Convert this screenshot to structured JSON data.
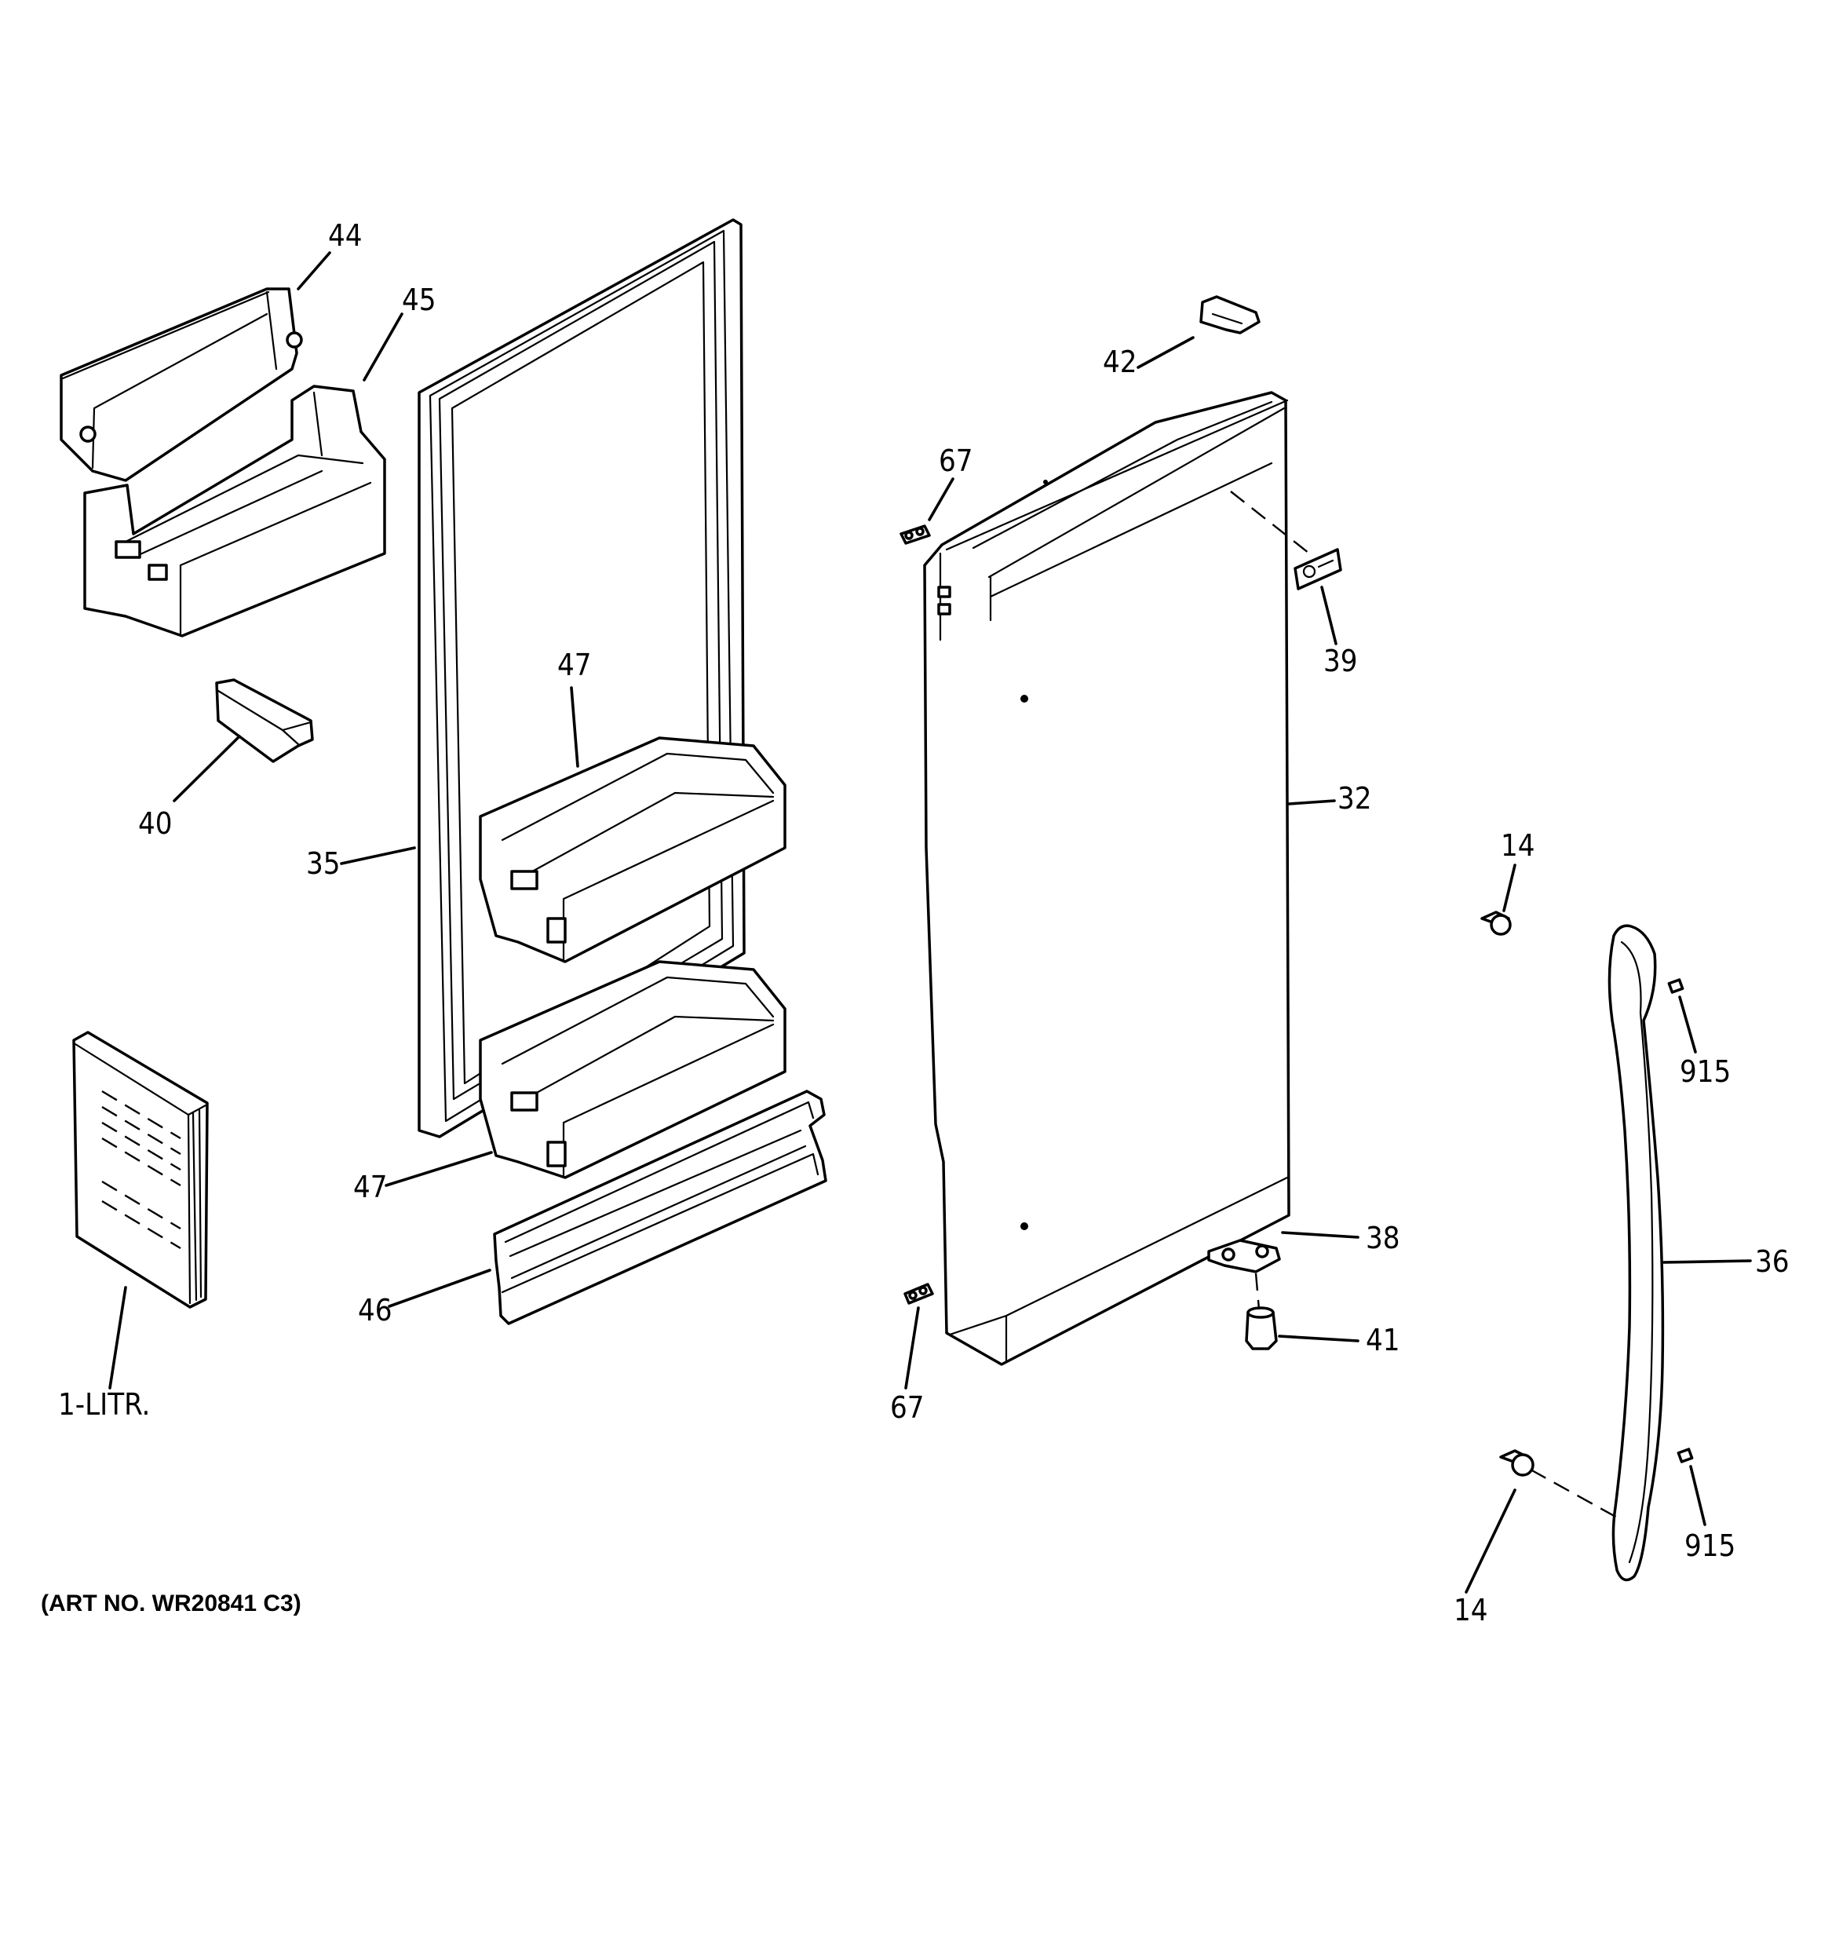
{
  "diagram": {
    "art_number": "(ART NO. WR20841 C3)",
    "callouts": {
      "c44": "44",
      "c45": "45",
      "c40": "40",
      "c35": "35",
      "c47_top": "47",
      "c47_bottom": "47",
      "c46": "46",
      "c1litr": "1-LITR.",
      "c42": "42",
      "c67_top": "67",
      "c67_bottom": "67",
      "c39": "39",
      "c32": "32",
      "c38": "38",
      "c41": "41",
      "c14_top": "14",
      "c14_bottom": "14",
      "c915_top": "915",
      "c915_bottom": "915",
      "c36": "36"
    }
  }
}
